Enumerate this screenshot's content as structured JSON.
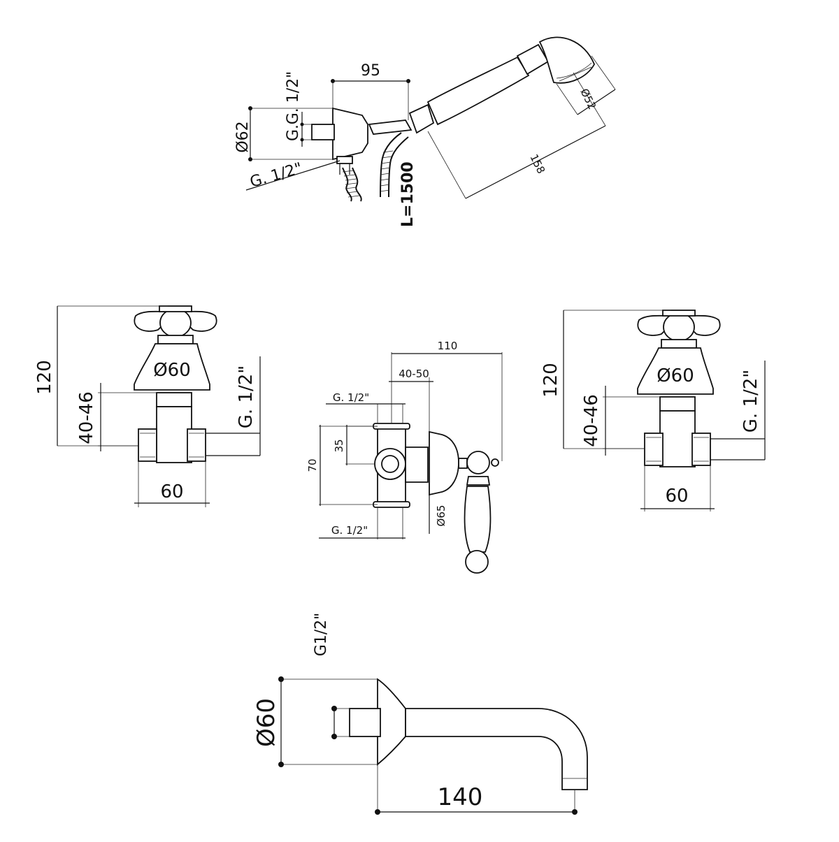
{
  "colors": {
    "line": "#111111",
    "background": "#ffffff"
  },
  "shower_set": {
    "dim_width": "95",
    "dim_dia_bracket": "Ø62",
    "dim_thread_top": "G. 1/2\"",
    "dim_thread_short": "G.",
    "dim_thread_inlet": "G. 1/2\"",
    "dim_hose_length": "L=1500",
    "dim_handle_length": "158",
    "dim_dia_head": "Ø52"
  },
  "tap_left": {
    "dim_height": "120",
    "dim_body_dia": "Ø60",
    "dim_depth": "40-46",
    "dim_thread": "G. 1/2\"",
    "dim_width": "60"
  },
  "diverter": {
    "dim_total": "110",
    "dim_depth": "40-50",
    "dim_thread_top": "G. 1/2\"",
    "dim_center": "35",
    "dim_height": "70",
    "dim_rosette": "Ø65",
    "dim_thread_bottom": "G. 1/2\""
  },
  "tap_right": {
    "dim_height": "120",
    "dim_body_dia": "Ø60",
    "dim_depth": "40-46",
    "dim_thread": "G. 1/2\"",
    "dim_width": "60"
  },
  "spout": {
    "dim_thread": "G1/2\"",
    "dim_dia": "Ø60",
    "dim_length": "140"
  }
}
